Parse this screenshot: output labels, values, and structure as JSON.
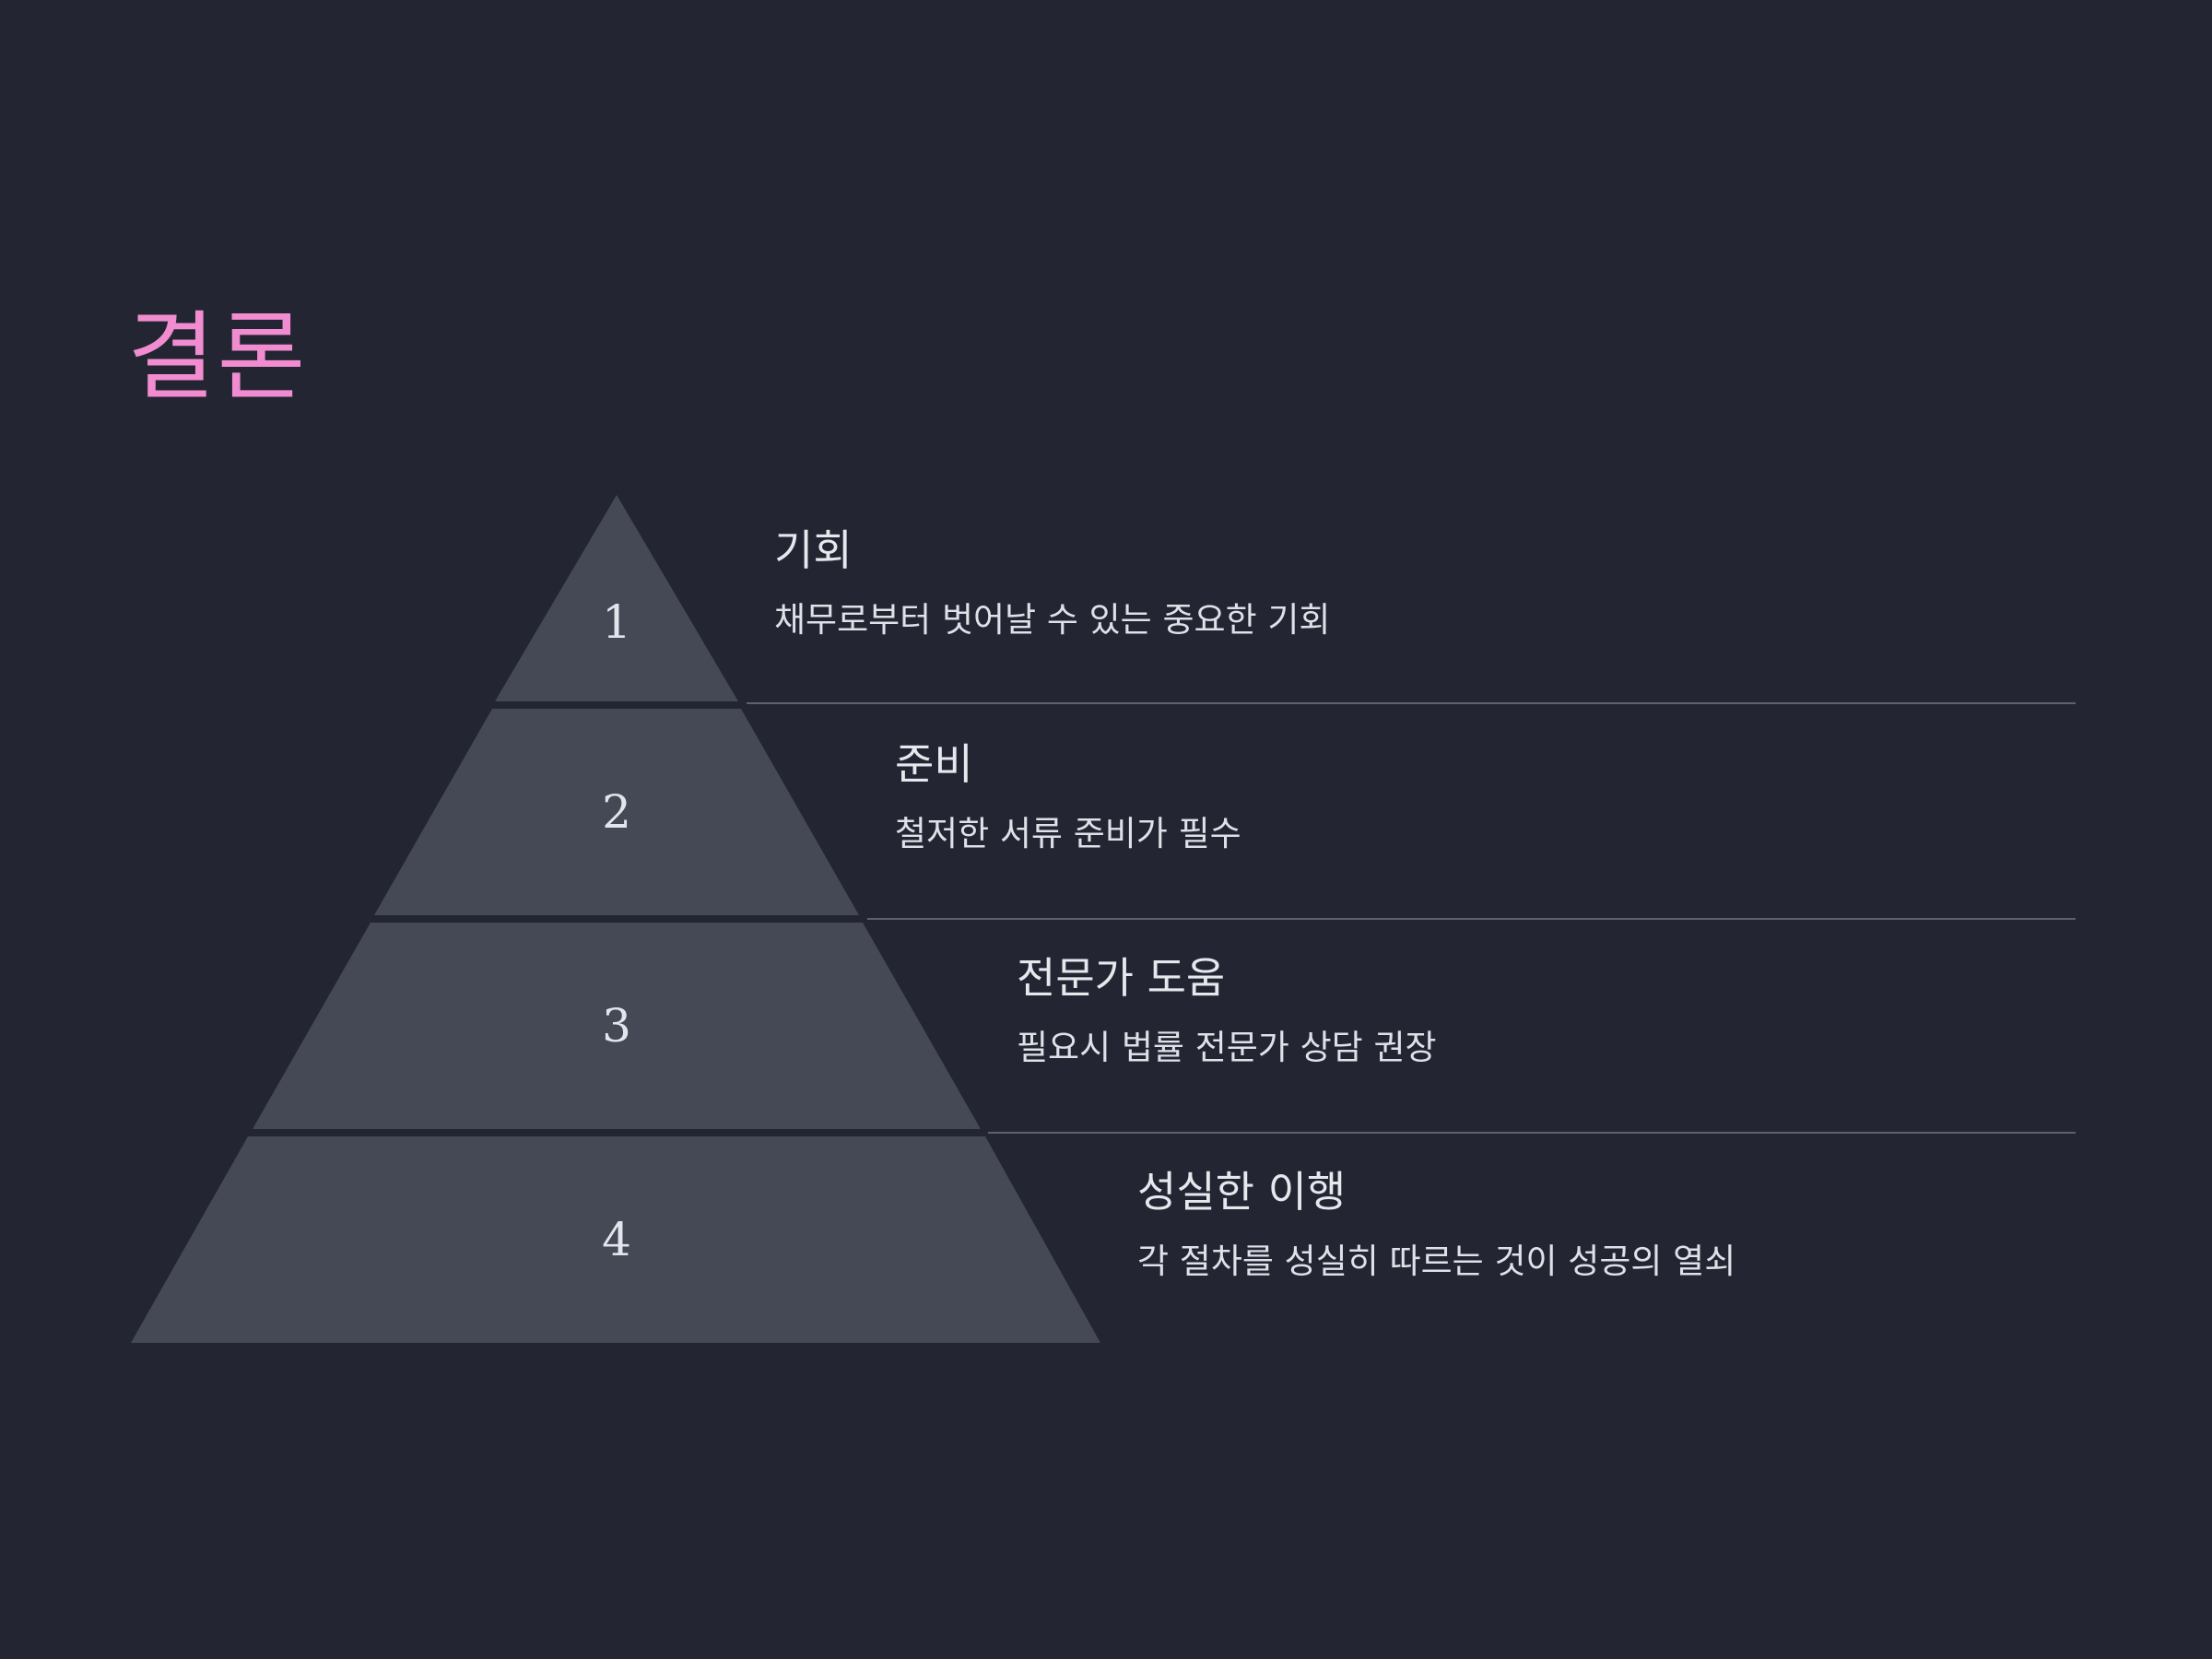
{
  "title": "결론",
  "colors": {
    "background": "#232632",
    "title": "#f08ccf",
    "tier_fill": "#454855",
    "divider": "#5c6070",
    "text": "#e7e8ee"
  },
  "tiers": [
    {
      "number": "1",
      "heading": "기회",
      "description": "채무로부터 벗어날 수 있는 중요한 기회"
    },
    {
      "number": "2",
      "heading": "준비",
      "description": "철저한 서류 준비가 필수"
    },
    {
      "number": "3",
      "heading": "전문가 도움",
      "description": "필요시 법률 전문가 상담 권장"
    },
    {
      "number": "4",
      "heading": "성실한 이행",
      "description": "각 절차를 성실히 따르는 것이 성공의 열쇠"
    }
  ]
}
